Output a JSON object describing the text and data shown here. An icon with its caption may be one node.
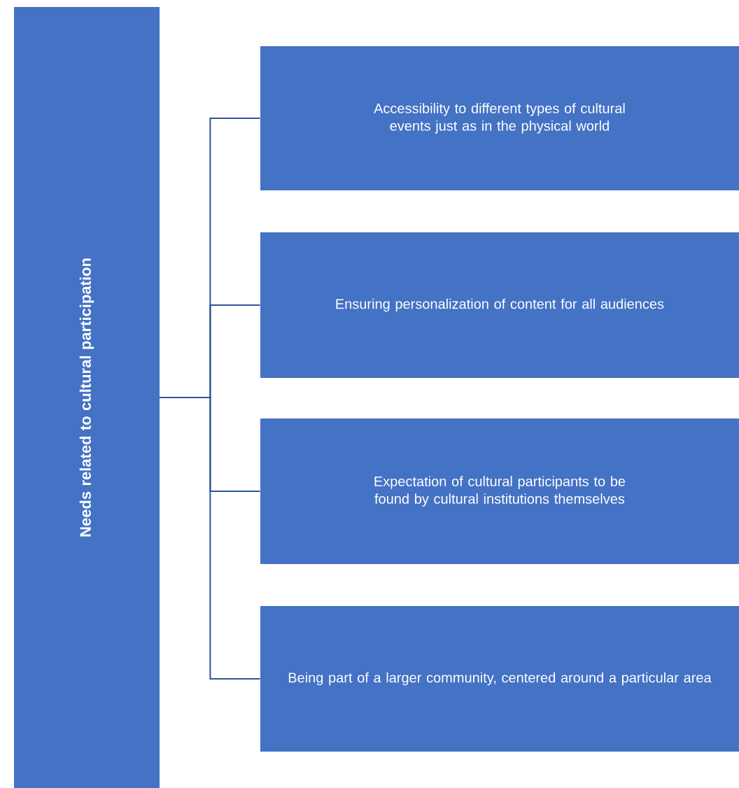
{
  "diagram": {
    "nodes": [
      {
        "text": [
          "Needs related to cultural participation"
        ]
      },
      {
        "text": [
          "Accessibility to different types of cultural events just as in the physical world"
        ]
      },
      {
        "text": [
          "Ensuring personalization of content for all audiences"
        ]
      },
      {
        "text": [
          "Expectation of cultural participants to be found by cultural institutions themselves"
        ]
      },
      {
        "text": [
          "Being part of a larger community, centered around a particular area"
        ]
      }
    ],
    "edges": [
      {
        "from": 0,
        "to": 1,
        "arrow": "none"
      },
      {
        "from": 0,
        "to": 2,
        "arrow": "none"
      },
      {
        "from": 0,
        "to": 3,
        "arrow": "none"
      },
      {
        "from": 0,
        "to": 4,
        "arrow": "none"
      }
    ]
  }
}
